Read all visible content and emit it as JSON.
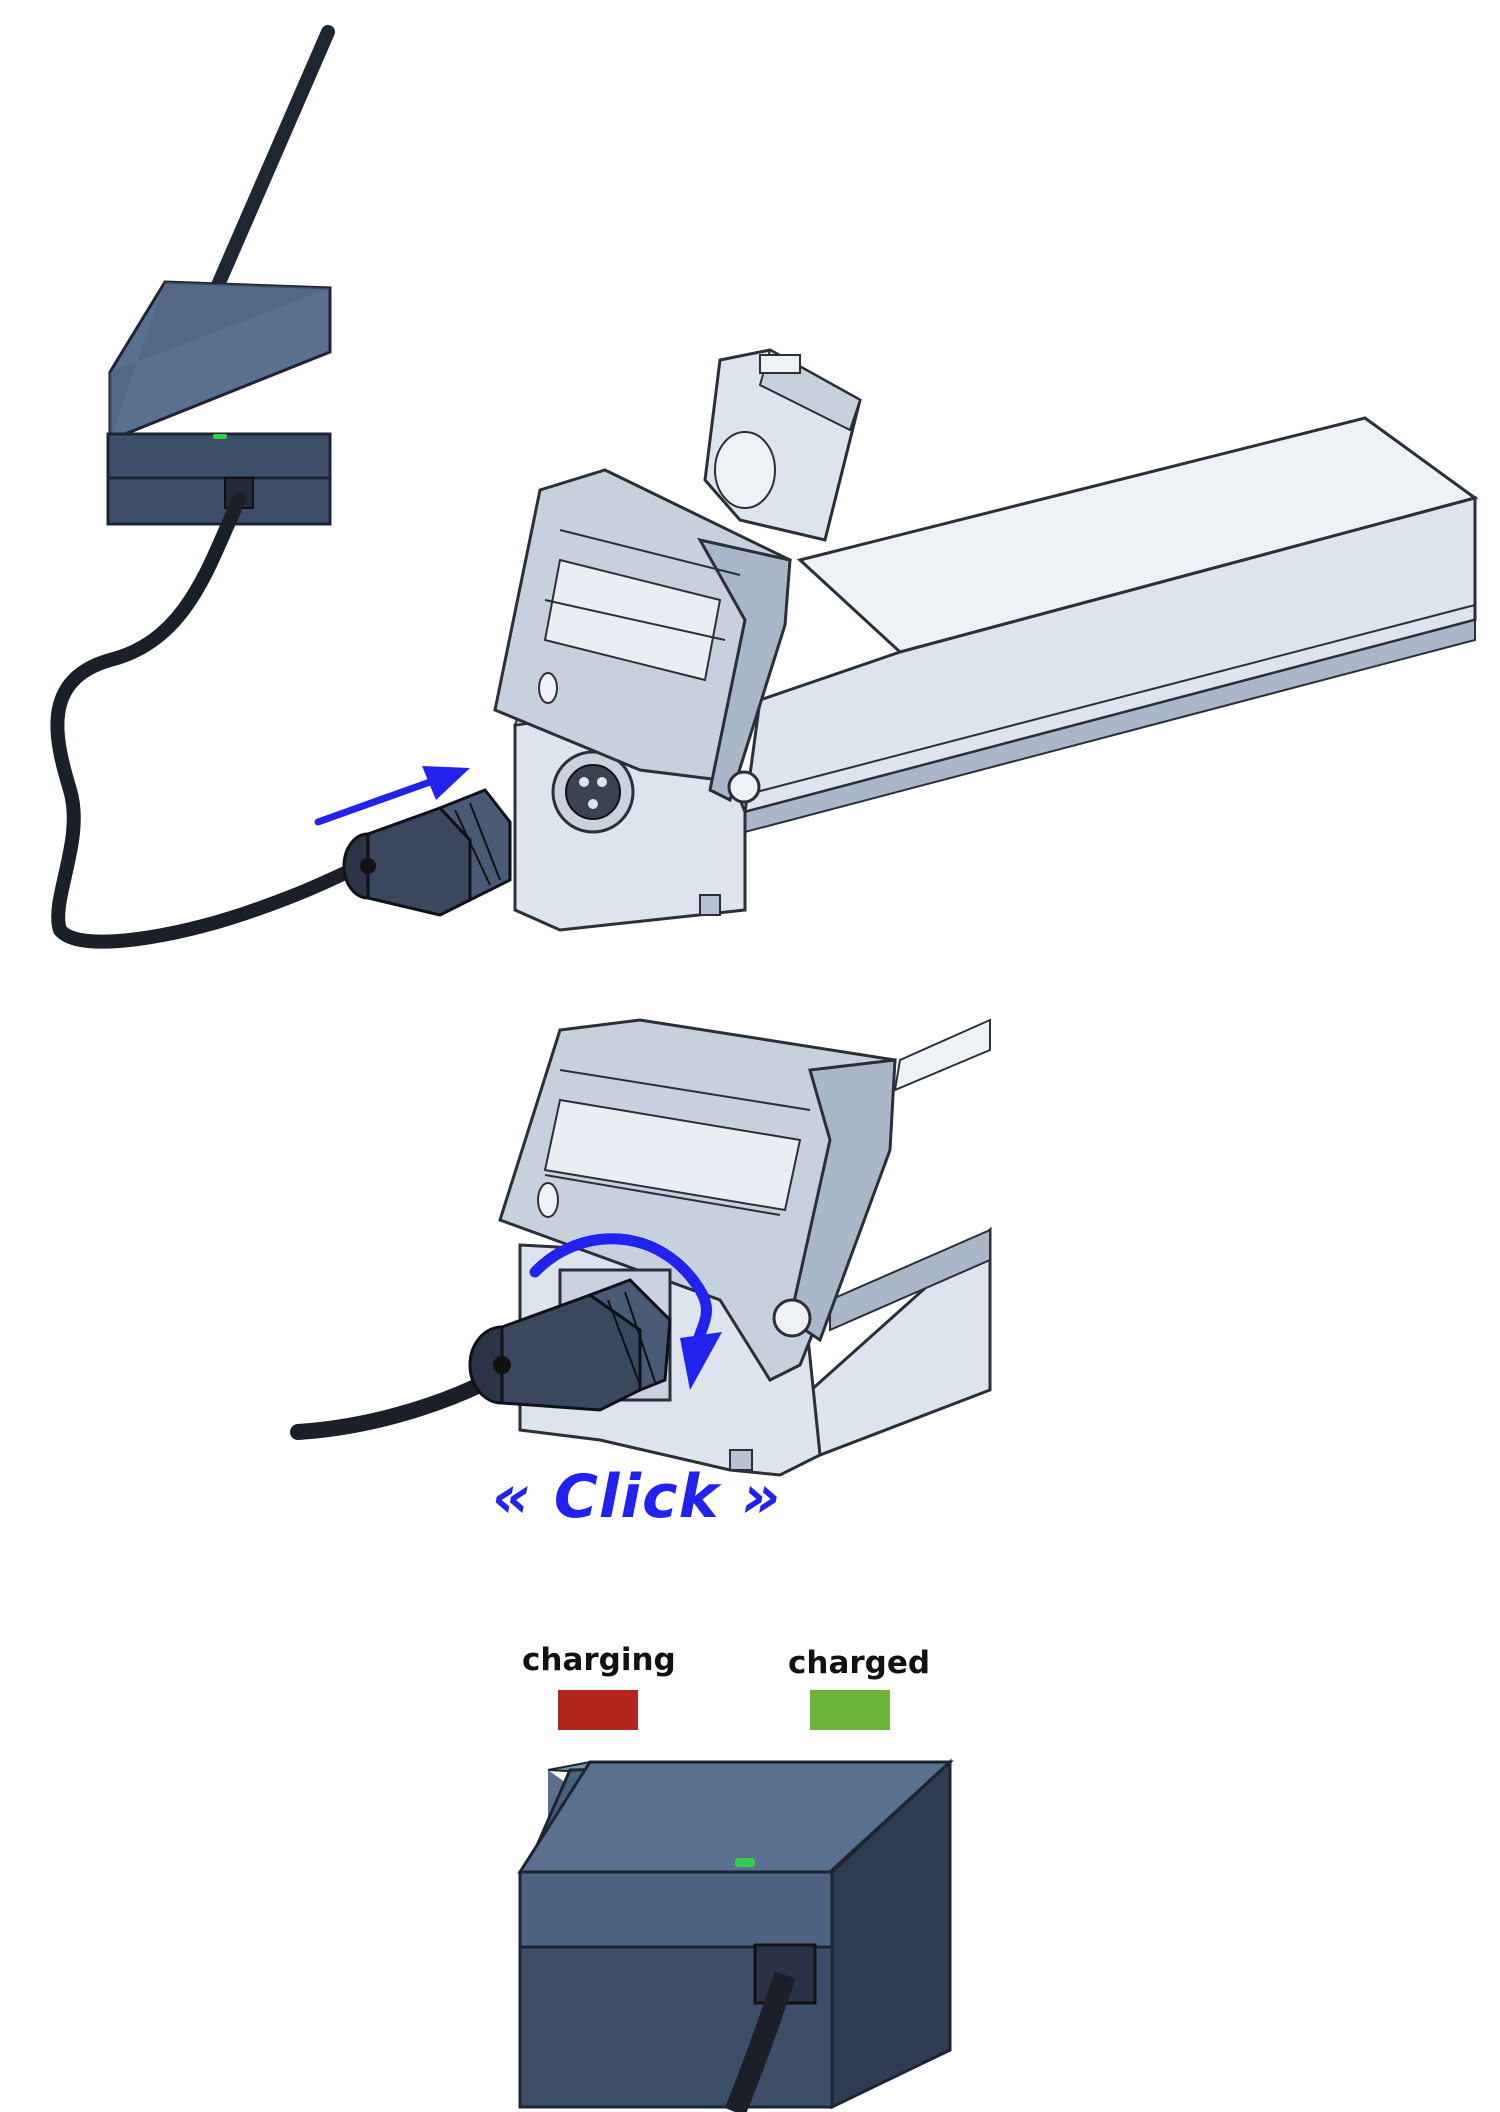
{
  "annotation": {
    "click_text": "« Click »",
    "color": "#2222ee"
  },
  "legend": {
    "charging": {
      "label": "charging",
      "color": "#b3261e"
    },
    "charged": {
      "label": "charged",
      "color": "#6cb33a"
    }
  },
  "colors": {
    "charger_body": "#5b6f8e",
    "charger_dark": "#3a4a63",
    "battery_body": "#dde4ee",
    "battery_side": "#a9b7c9",
    "cable": "#1b1f27",
    "led": "#32d04a",
    "arrow": "#2222ee"
  }
}
